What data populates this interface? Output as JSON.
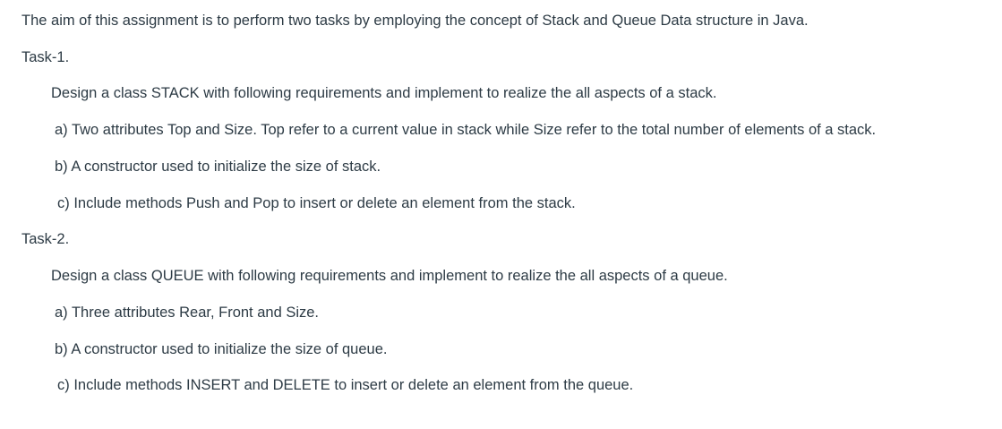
{
  "intro": "The aim of this assignment is to perform two tasks by employing the concept of Stack and Queue Data structure in Java.",
  "task1": {
    "heading": "Task-1.",
    "description": "Design a class STACK with following requirements and implement to realize the all aspects of a stack.",
    "items": [
      "a) Two attributes Top and Size. Top refer to a current value in stack while Size refer to the total number of elements of a stack.",
      "b) A constructor used to initialize the size of stack.",
      "c) Include methods Push and Pop to insert or delete an element from the stack."
    ]
  },
  "task2": {
    "heading": "Task-2.",
    "description": "Design a class QUEUE with following requirements and implement to realize the all aspects of a queue.",
    "items": [
      "a) Three attributes Rear, Front and Size.",
      "b) A constructor used to initialize the size of queue.",
      "c) Include methods INSERT and DELETE to insert or delete an element from the queue."
    ]
  }
}
